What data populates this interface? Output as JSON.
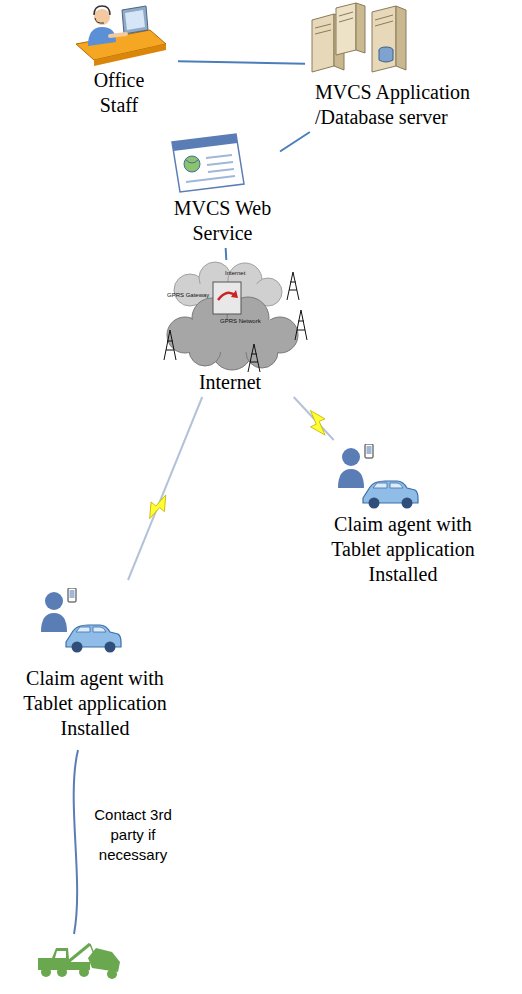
{
  "diagram": {
    "nodes": [
      {
        "text": [
          "Office Staff"
        ]
      },
      {
        "text": [
          "MVCS Application /Database server"
        ]
      },
      {
        "text": [
          "MVCS Web Service"
        ]
      },
      {
        "text": [
          "Internet",
          "GPRS Gateway",
          "GPRS Network",
          "Internet"
        ]
      },
      {
        "text": [
          "Claim agent with Tablet application Installed"
        ]
      },
      {
        "text": [
          "Claim agent with Tablet application Installed"
        ]
      }
    ],
    "edges": [
      {
        "from": 0,
        "to": 1,
        "arrow": "none"
      },
      {
        "from": 2,
        "to": 1,
        "arrow": "none"
      },
      {
        "from": 2,
        "to": 3,
        "arrow": "none"
      },
      {
        "from": 3,
        "to": 4,
        "arrow": "none"
      },
      {
        "from": 3,
        "to": 5,
        "arrow": "none"
      }
    ],
    "labels": [
      "Contact 3rd party if necessary"
    ]
  }
}
